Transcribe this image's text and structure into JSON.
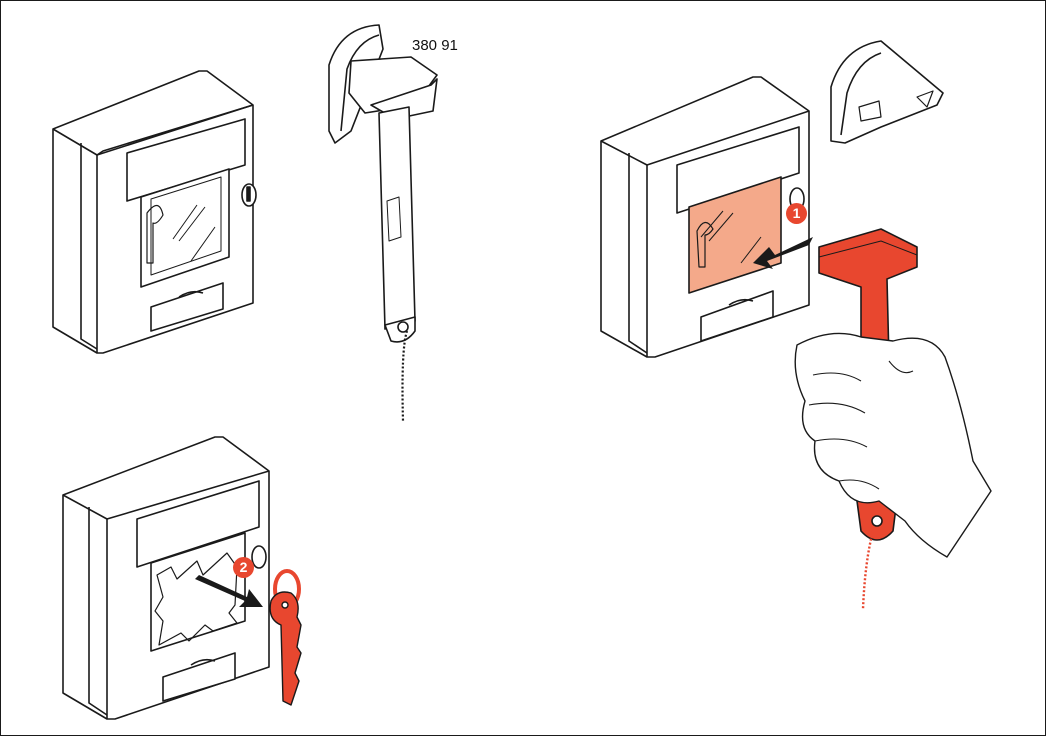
{
  "part_code": "380 91",
  "steps": [
    {
      "number": "1",
      "action": "insert-tool"
    },
    {
      "number": "2",
      "action": "remove-key"
    }
  ],
  "colors": {
    "stroke": "#1a1a1a",
    "body_fill": "#ffffff",
    "tool_red": "#e8472f",
    "glass_highlight": "#f4a98a",
    "badge": "#e8472f"
  }
}
